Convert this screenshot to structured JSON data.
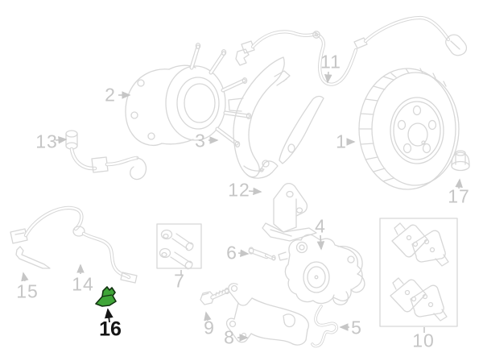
{
  "diagram": {
    "background_color": "#ffffff",
    "line_color": "#d7d7d7",
    "label_color": "#c6c6c6",
    "highlight_fill": "#3fa538",
    "highlight_outline": "#133311",
    "highlight_label_color": "#151515"
  },
  "callouts": [
    {
      "number": "1"
    },
    {
      "number": "2"
    },
    {
      "number": "3"
    },
    {
      "number": "4"
    },
    {
      "number": "5"
    },
    {
      "number": "6"
    },
    {
      "number": "7"
    },
    {
      "number": "8"
    },
    {
      "number": "9"
    },
    {
      "number": "10"
    },
    {
      "number": "11"
    },
    {
      "number": "12"
    },
    {
      "number": "13"
    },
    {
      "number": "14"
    },
    {
      "number": "15"
    },
    {
      "number": "16"
    },
    {
      "number": "17"
    }
  ]
}
